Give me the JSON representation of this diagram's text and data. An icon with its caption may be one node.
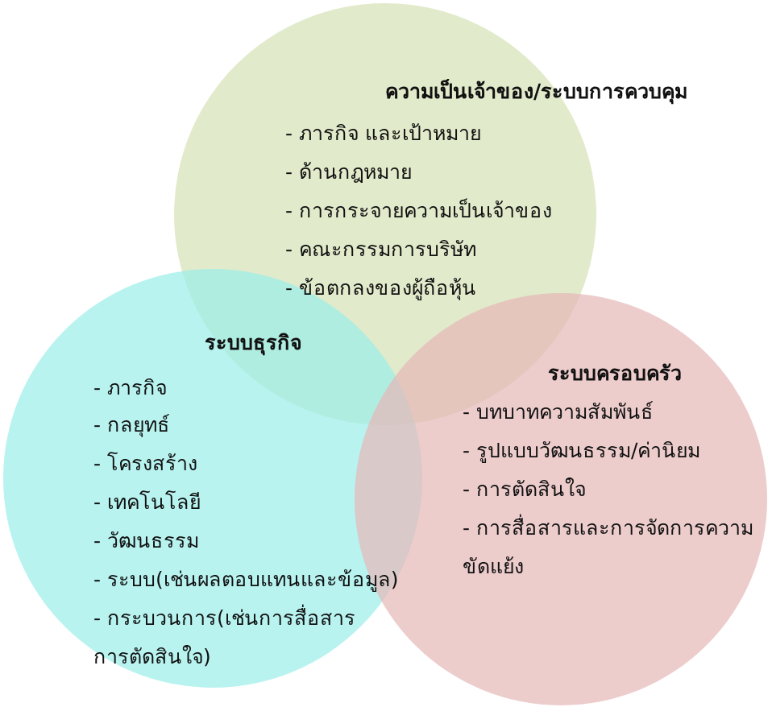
{
  "diagram": {
    "nodes": [
      {
        "text": [
          "ความเป็นเจ้าของ/ระบบการควบคุม",
          "- ภารกิจ และเป้าหมาย",
          "- ด้านกฎหมาย",
          "- การกระจายความเป็นเจ้าของ",
          "- คณะกรรมการบริษัท",
          "- ข้อตกลงของผู้ถือหุ้น"
        ]
      },
      {
        "text": [
          "ระบบธุรกิจ",
          "- ภารกิจ",
          "- กลยุทธ์",
          "- โครงสร้าง",
          "- เทคโนโลยี",
          "- วัฒนธรรม",
          "- ระบบ(เช่นผลตอบแทนและข้อมูล)",
          "- กระบวนการ(เช่นการสื่อสาร การตัดสินใจ)"
        ]
      },
      {
        "text": [
          "ระบบครอบครัว",
          "- บทบาทความสัมพันธ์",
          "- รูปแบบวัฒนธรรม/ค่านิยม",
          "- การตัดสินใจ",
          "- การสื่อสารและการจัดการความ ขัดแย้ง"
        ]
      }
    ]
  }
}
